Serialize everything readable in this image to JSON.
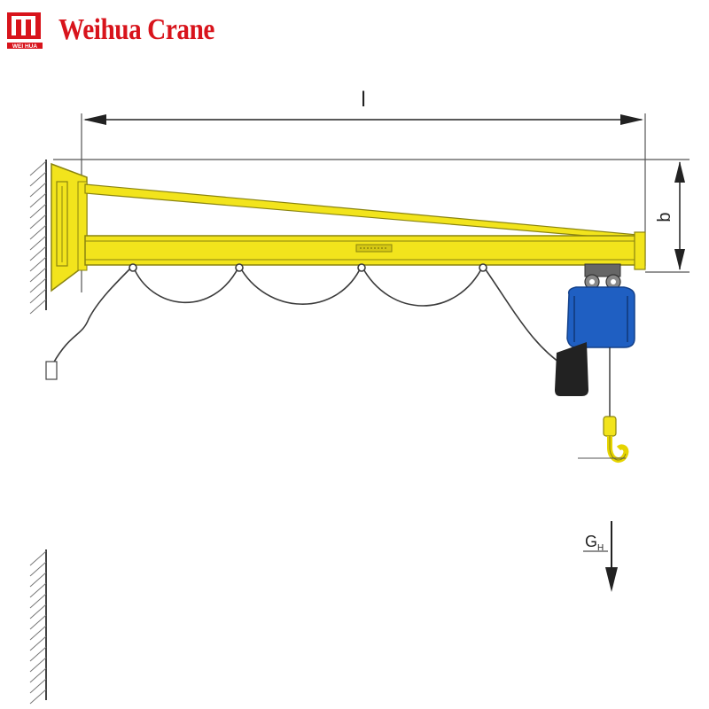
{
  "brand": {
    "name": "Weihua Crane",
    "logo_text": "WEI HUA",
    "logo_icon": "weihua-logo-icon",
    "color": "#d8141c"
  },
  "diagram": {
    "labels": {
      "span": "l",
      "height": "b",
      "load": "G",
      "load_subscript": "H"
    },
    "colors": {
      "jib": "#f2e41c",
      "jib_outline": "#8a8410",
      "hoist": "#1f5fc2",
      "hoist_dark": "#14418a",
      "hook": "#f2e41c",
      "line": "#333333",
      "hatch": "#777777",
      "cable": "#3a3a3a"
    }
  }
}
